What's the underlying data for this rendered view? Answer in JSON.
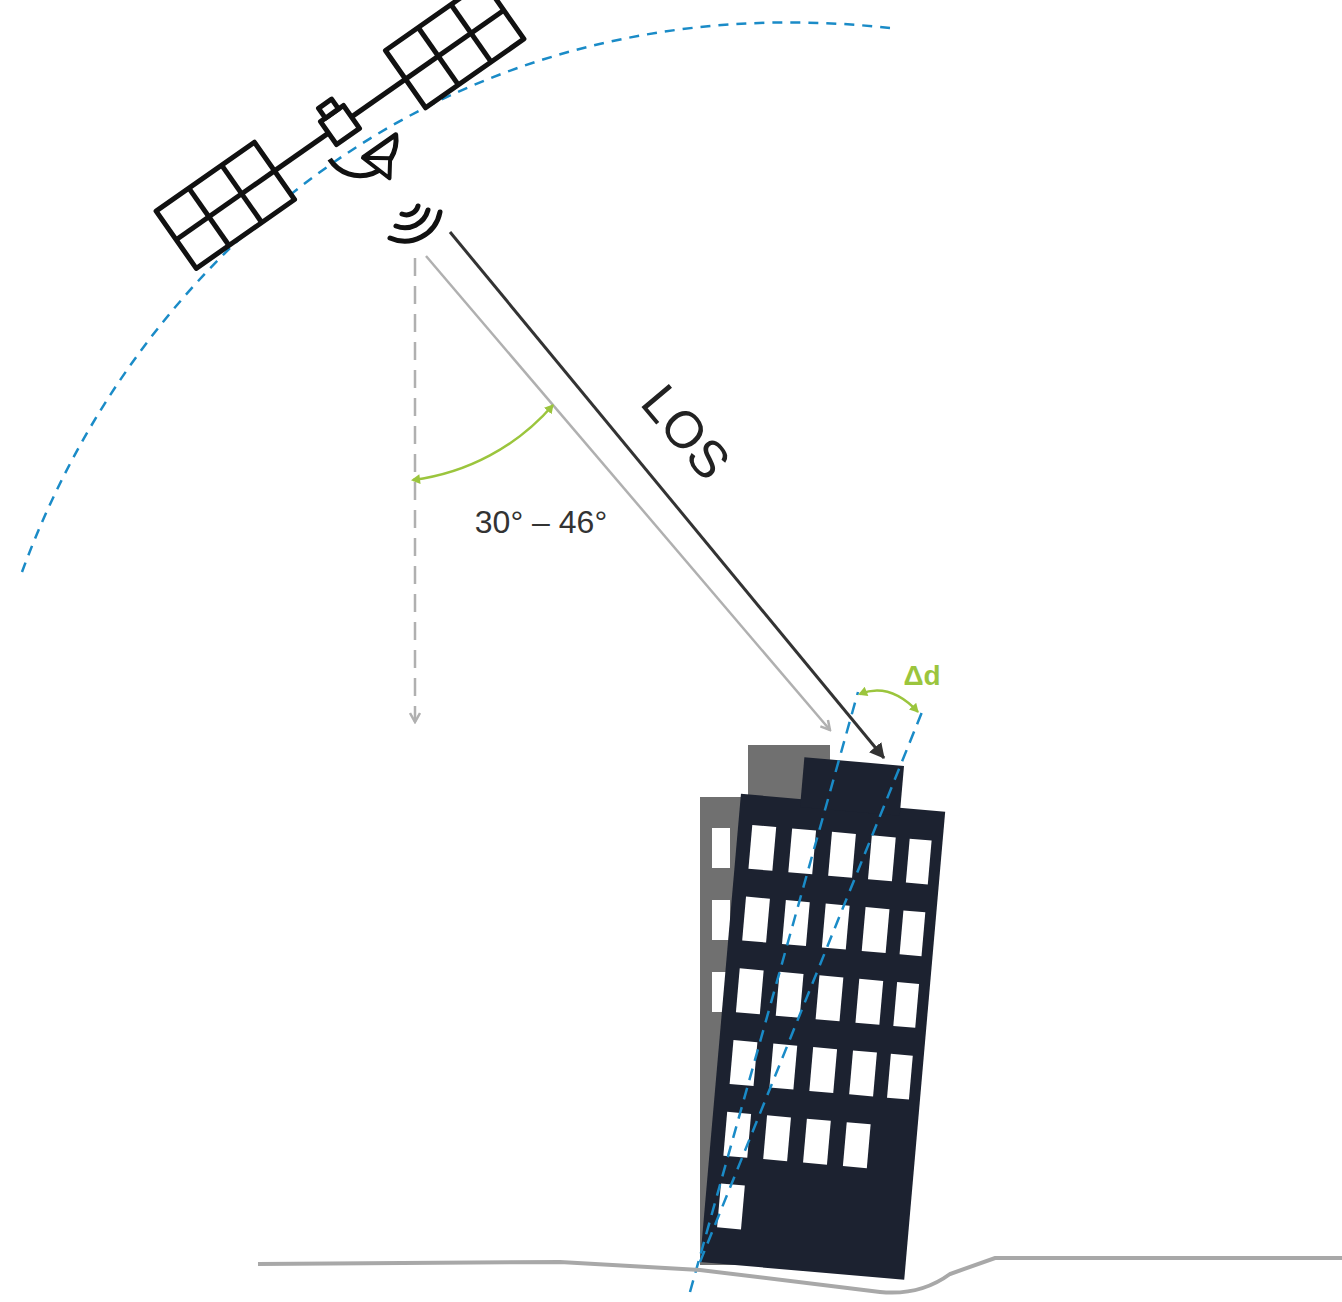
{
  "diagram": {
    "labels": [
      "LOS",
      "30° – 46°",
      "Δd"
    ]
  }
}
